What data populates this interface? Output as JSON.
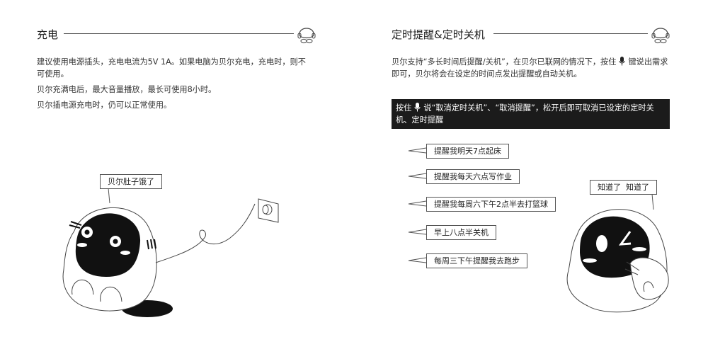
{
  "left": {
    "title": "充电",
    "paragraphs": [
      "建议使用电源插头，充电电流为5V    1A。如果电脑为贝尔充电，充电时，则不可使用。",
      "贝尔充满电后，最大音量播放，最长可使用8小时。",
      "贝尔插电源充电时，仍可以正常使用。"
    ],
    "speech_bubble": "贝尔肚子饿了"
  },
  "right": {
    "title": "定时提醒&定时关机",
    "intro_before_mic": "贝尔支持“多长时间后提醒/关机”，在贝尔已联网的情况下，按住",
    "intro_after_mic": "键说出需求即可，贝尔将会在设定的时间点发出提醒或自动关机。",
    "note_before_mic": "按住",
    "note_after_mic": "说“取消定时关机”、“取消提醒”，松开后即可取消已设定的定时关机、定时提醒",
    "examples": [
      "提醒我明天7点起床",
      "提醒我每天六点写作业",
      "提醒我每周六下午2点半去打篮球",
      "早上八点半关机",
      "每周三下午提醒我去跑步"
    ],
    "speech_bubble": "知道了  知道了"
  },
  "icons": {
    "header_icon": "robot-head-icon",
    "mic": "microphone-icon"
  },
  "colors": {
    "note_bg": "#1b1b1b",
    "line": "#555555"
  }
}
